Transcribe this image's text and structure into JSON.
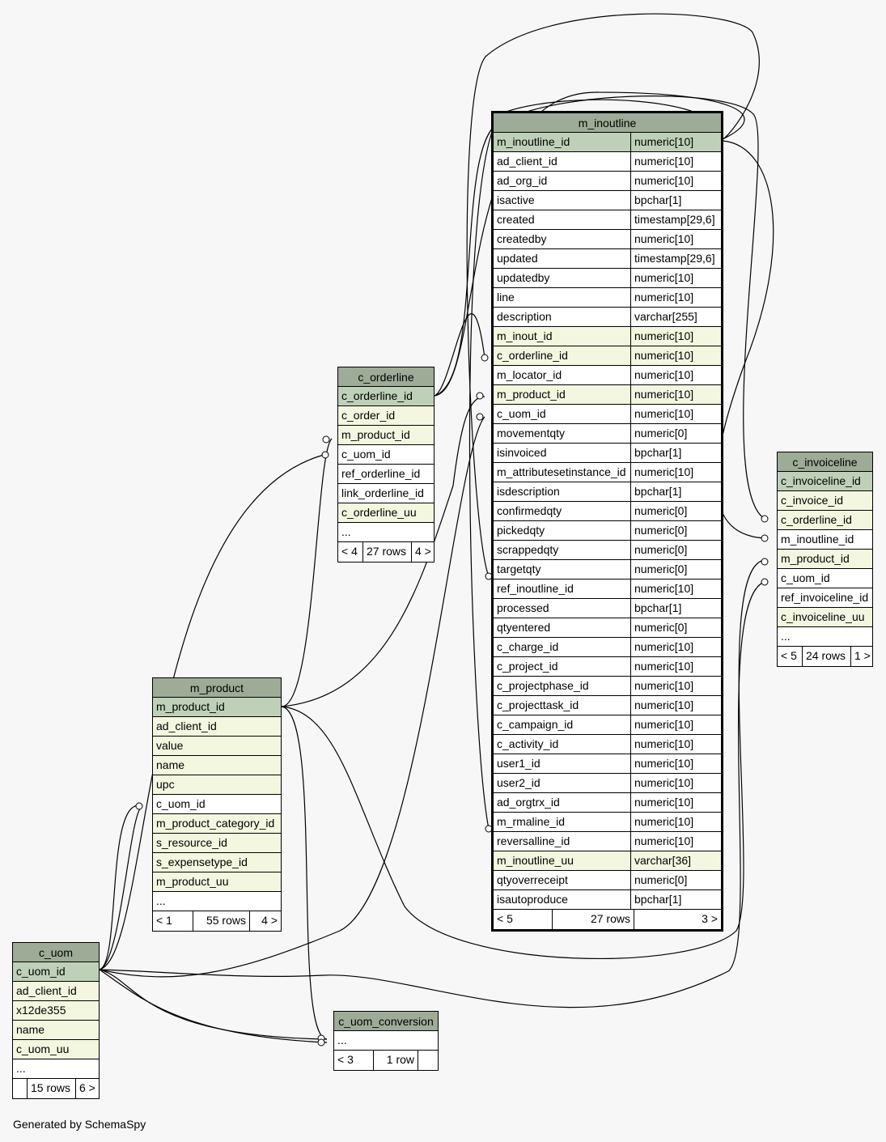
{
  "tables": {
    "c_orderline": {
      "title": "c_orderline",
      "rows": [
        {
          "name": "c_orderline_id",
          "kind": "pk"
        },
        {
          "name": "c_order_id",
          "kind": "fk"
        },
        {
          "name": "m_product_id",
          "kind": "fk"
        },
        {
          "name": "c_uom_id",
          "kind": "plain"
        },
        {
          "name": "ref_orderline_id",
          "kind": "plain"
        },
        {
          "name": "link_orderline_id",
          "kind": "plain"
        },
        {
          "name": "c_orderline_uu",
          "kind": "fk"
        },
        {
          "name": "...",
          "kind": "plain"
        }
      ],
      "footer": {
        "left": "< 4",
        "mid": "27 rows",
        "right": "4 >"
      }
    },
    "m_product": {
      "title": "m_product",
      "rows": [
        {
          "name": "m_product_id",
          "kind": "pk"
        },
        {
          "name": "ad_client_id",
          "kind": "fk"
        },
        {
          "name": "value",
          "kind": "fk"
        },
        {
          "name": "name",
          "kind": "fk"
        },
        {
          "name": "upc",
          "kind": "fk"
        },
        {
          "name": "c_uom_id",
          "kind": "plain"
        },
        {
          "name": "m_product_category_id",
          "kind": "fk"
        },
        {
          "name": "s_resource_id",
          "kind": "fk"
        },
        {
          "name": "s_expensetype_id",
          "kind": "fk"
        },
        {
          "name": "m_product_uu",
          "kind": "fk"
        },
        {
          "name": "...",
          "kind": "plain"
        }
      ],
      "footer": {
        "left": "< 1",
        "mid": "55 rows",
        "right": "4 >"
      }
    },
    "c_uom": {
      "title": "c_uom",
      "rows": [
        {
          "name": "c_uom_id",
          "kind": "pk"
        },
        {
          "name": "ad_client_id",
          "kind": "fk"
        },
        {
          "name": "x12de355",
          "kind": "fk"
        },
        {
          "name": "name",
          "kind": "fk"
        },
        {
          "name": "c_uom_uu",
          "kind": "fk"
        },
        {
          "name": "...",
          "kind": "plain"
        }
      ],
      "footer": {
        "left": "",
        "mid": "15 rows",
        "right": "6 >"
      }
    },
    "c_uom_conversion": {
      "title": "c_uom_conversion",
      "rows": [
        {
          "name": "...",
          "kind": "plain"
        }
      ],
      "footer": {
        "left": "< 3",
        "mid": "1 row",
        "right": ""
      }
    },
    "m_inoutline": {
      "title": "m_inoutline",
      "rows": [
        {
          "name": "m_inoutline_id",
          "type": "numeric[10]",
          "kind": "pk"
        },
        {
          "name": "ad_client_id",
          "type": "numeric[10]",
          "kind": "plain"
        },
        {
          "name": "ad_org_id",
          "type": "numeric[10]",
          "kind": "plain"
        },
        {
          "name": "isactive",
          "type": "bpchar[1]",
          "kind": "plain"
        },
        {
          "name": "created",
          "type": "timestamp[29,6]",
          "kind": "plain"
        },
        {
          "name": "createdby",
          "type": "numeric[10]",
          "kind": "plain"
        },
        {
          "name": "updated",
          "type": "timestamp[29,6]",
          "kind": "plain"
        },
        {
          "name": "updatedby",
          "type": "numeric[10]",
          "kind": "plain"
        },
        {
          "name": "line",
          "type": "numeric[10]",
          "kind": "plain"
        },
        {
          "name": "description",
          "type": "varchar[255]",
          "kind": "plain"
        },
        {
          "name": "m_inout_id",
          "type": "numeric[10]",
          "kind": "fk"
        },
        {
          "name": "c_orderline_id",
          "type": "numeric[10]",
          "kind": "fk"
        },
        {
          "name": "m_locator_id",
          "type": "numeric[10]",
          "kind": "plain"
        },
        {
          "name": "m_product_id",
          "type": "numeric[10]",
          "kind": "fk"
        },
        {
          "name": "c_uom_id",
          "type": "numeric[10]",
          "kind": "plain"
        },
        {
          "name": "movementqty",
          "type": "numeric[0]",
          "kind": "plain"
        },
        {
          "name": "isinvoiced",
          "type": "bpchar[1]",
          "kind": "plain"
        },
        {
          "name": "m_attributesetinstance_id",
          "type": "numeric[10]",
          "kind": "plain"
        },
        {
          "name": "isdescription",
          "type": "bpchar[1]",
          "kind": "plain"
        },
        {
          "name": "confirmedqty",
          "type": "numeric[0]",
          "kind": "plain"
        },
        {
          "name": "pickedqty",
          "type": "numeric[0]",
          "kind": "plain"
        },
        {
          "name": "scrappedqty",
          "type": "numeric[0]",
          "kind": "plain"
        },
        {
          "name": "targetqty",
          "type": "numeric[0]",
          "kind": "plain"
        },
        {
          "name": "ref_inoutline_id",
          "type": "numeric[10]",
          "kind": "plain"
        },
        {
          "name": "processed",
          "type": "bpchar[1]",
          "kind": "plain"
        },
        {
          "name": "qtyentered",
          "type": "numeric[0]",
          "kind": "plain"
        },
        {
          "name": "c_charge_id",
          "type": "numeric[10]",
          "kind": "plain"
        },
        {
          "name": "c_project_id",
          "type": "numeric[10]",
          "kind": "plain"
        },
        {
          "name": "c_projectphase_id",
          "type": "numeric[10]",
          "kind": "plain"
        },
        {
          "name": "c_projecttask_id",
          "type": "numeric[10]",
          "kind": "plain"
        },
        {
          "name": "c_campaign_id",
          "type": "numeric[10]",
          "kind": "plain"
        },
        {
          "name": "c_activity_id",
          "type": "numeric[10]",
          "kind": "plain"
        },
        {
          "name": "user1_id",
          "type": "numeric[10]",
          "kind": "plain"
        },
        {
          "name": "user2_id",
          "type": "numeric[10]",
          "kind": "plain"
        },
        {
          "name": "ad_orgtrx_id",
          "type": "numeric[10]",
          "kind": "plain"
        },
        {
          "name": "m_rmaline_id",
          "type": "numeric[10]",
          "kind": "plain"
        },
        {
          "name": "reversalline_id",
          "type": "numeric[10]",
          "kind": "plain"
        },
        {
          "name": "m_inoutline_uu",
          "type": "varchar[36]",
          "kind": "fk"
        },
        {
          "name": "qtyoverreceipt",
          "type": "numeric[0]",
          "kind": "plain"
        },
        {
          "name": "isautoproduce",
          "type": "bpchar[1]",
          "kind": "plain"
        }
      ],
      "footer": {
        "left": "< 5",
        "mid": "27 rows",
        "right": "3 >"
      }
    },
    "c_invoiceline": {
      "title": "c_invoiceline",
      "rows": [
        {
          "name": "c_invoiceline_id",
          "kind": "pk"
        },
        {
          "name": "c_invoice_id",
          "kind": "fk"
        },
        {
          "name": "c_orderline_id",
          "kind": "fk"
        },
        {
          "name": "m_inoutline_id",
          "kind": "plain"
        },
        {
          "name": "m_product_id",
          "kind": "fk"
        },
        {
          "name": "c_uom_id",
          "kind": "plain"
        },
        {
          "name": "ref_invoiceline_id",
          "kind": "plain"
        },
        {
          "name": "c_invoiceline_uu",
          "kind": "fk"
        },
        {
          "name": "...",
          "kind": "plain"
        }
      ],
      "footer": {
        "left": "< 5",
        "mid": "24 rows",
        "right": "1 >"
      }
    }
  },
  "colors": {
    "title_bg": "#9eab96",
    "pk_bg": "#bed1b8",
    "fk_bg": "#f4f7e0",
    "plain_bg": "#ffffff",
    "page_bg": "#f7f7f7"
  },
  "generated_by": "Generated by SchemaSpy"
}
